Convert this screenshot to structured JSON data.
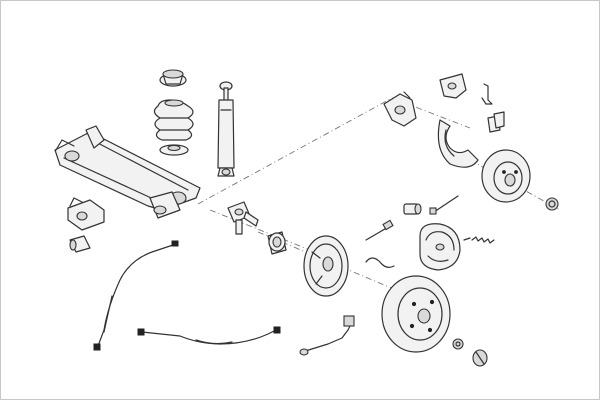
{
  "diagram": {
    "type": "exploded-parts-view",
    "subject": "rear-axle-assembly",
    "colors": {
      "background": "#ffffff",
      "line": "#333333",
      "fill": "#f2f2f2",
      "shade": "#d9d9d9",
      "guide": "#777777",
      "frame": "#c8c8c8"
    },
    "parts": [
      "axle-beam",
      "axle-bracket",
      "axle-bushing",
      "spring-seat-top",
      "coil-spring-bellows",
      "spring-seat-bottom",
      "shock-absorber",
      "stub-axle",
      "wheel-bearing",
      "handbrake-cable-left",
      "handbrake-cable-right",
      "brake-backing-plate",
      "brake-drum",
      "brake-shoe-set",
      "shoe-adjuster",
      "shoe-spring",
      "wheel-cylinder",
      "brake-hose",
      "brake-pipe-short",
      "brake-pipe-long",
      "brake-disc",
      "dust-shield",
      "brake-caliper",
      "caliper-carrier",
      "pad-clip",
      "brake-pad-set",
      "hub-cap",
      "axle-nut",
      "grease-cap"
    ]
  }
}
